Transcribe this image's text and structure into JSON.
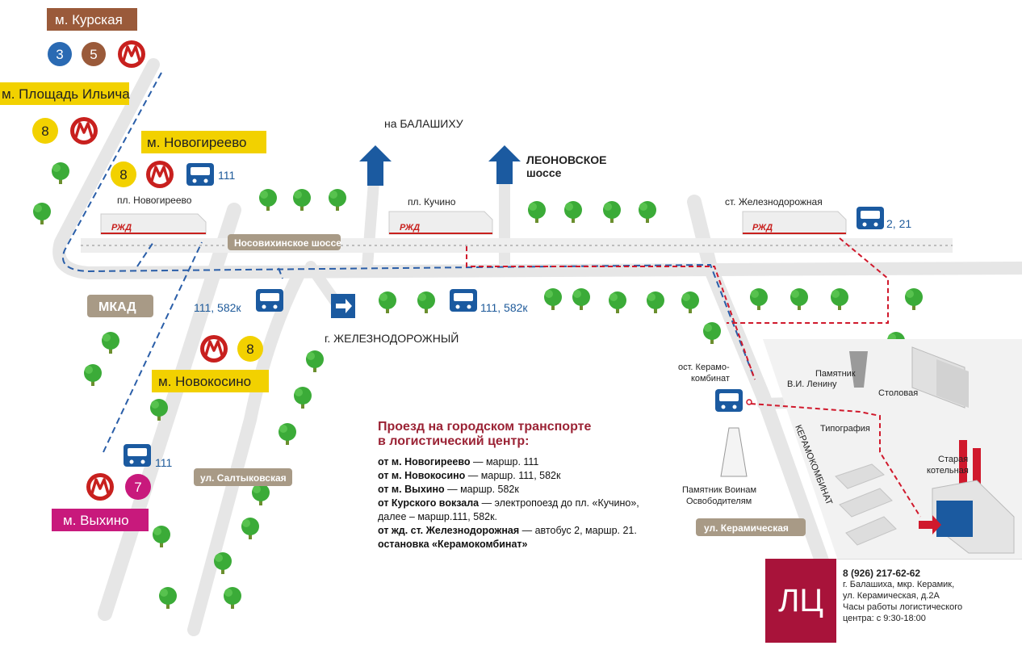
{
  "metro": {
    "kurskaya": {
      "label": "м. Курская",
      "lines": [
        "3",
        "5"
      ]
    },
    "ilyicha": {
      "label": "м. Площадь Ильича",
      "line": "8"
    },
    "novogireevo": {
      "label": "м. Новогиреево",
      "line": "8"
    },
    "novokosino": {
      "label": "м. Новокосино",
      "line": "8"
    },
    "vykhino": {
      "label": "м. Выхино",
      "line": "7"
    }
  },
  "places": {
    "balashikha": "на БАЛАШИХУ",
    "leonovskoe_1": "ЛЕОНОВСКОЕ",
    "leonovskoe_2": "шоссе",
    "pl_novogireevo": "пл. Новогиреево",
    "pl_kuchino": "пл. Кучино",
    "st_zheleznodorozhnaya": "ст. Железнодорожная",
    "g_zheleznodorozhny": "г. ЖЕЛЕЗНОДОРОЖНЫЙ",
    "stop_1": "ост. Керамо-",
    "stop_2": "комбинат",
    "lenin_1": "Памятник",
    "lenin_2": "В.И. Ленину",
    "canteen": "Столовая",
    "printing": "Типография",
    "boiler_1": "Старая",
    "boiler_2": "котельная",
    "warriors_1": "Памятник Воинам",
    "warriors_2": "Освободителям",
    "keramkombinat": "КЕРАМОКОМБИНАТ"
  },
  "roads": {
    "nosovikhinskoe": "Носовихинское шоссе",
    "mkad": "МКАД",
    "saltykovskaya": "ул. Салтыковская",
    "keramicheskaya": "ул. Керамическая"
  },
  "buses": {
    "novogireevo": "111",
    "zheleznodorozhnaya": "2, 21",
    "mid_left": "111, 582к",
    "mid_right": "111, 582к",
    "vykhino": "111"
  },
  "rzd_logo": "РЖД",
  "directions": {
    "title_1": "Проезд на городском транспорте",
    "title_2": "в логистический центр:",
    "routes": [
      {
        "from": "от м. Новогиреево",
        "text": " — маршр. 111"
      },
      {
        "from": "от м. Новокосино",
        "text": " — маршр. 111, 582к"
      },
      {
        "from": "от м. Выхино",
        "text": " — маршр. 582к"
      },
      {
        "from": "от Курского вокзала",
        "text": " — электропоезд до пл. «Кучино», далее – маршр.111, 582к."
      },
      {
        "from": "от жд. ст. Железнодорожная",
        "text": "  — автобус 2, маршр. 21."
      },
      {
        "from": "остановка  «Керамокомбинат»",
        "text": ""
      }
    ]
  },
  "center": {
    "badge": "ЛЦ",
    "phone": "8 (926) 217-62-62",
    "address_1": "г. Балашиха, мкр. Керамик,",
    "address_2": "ул. Керамическая, д.2А",
    "hours_1": "Часы работы логистического",
    "hours_2": "центра: с 9:30-18:00"
  },
  "colors": {
    "road": "#e6e6e6",
    "metro_red": "#c8201e",
    "line3": "#2a6ab3",
    "line5": "#9a5a3a",
    "line8": "#f2d100",
    "line7": "#c8197c",
    "bus_blue": "#1b5aa0",
    "route_blue": "#2a5ea8",
    "route_red": "#d0192c",
    "tree": "#3bab38",
    "tag_brown": "#a89a86",
    "lc_red": "#a8133a"
  }
}
